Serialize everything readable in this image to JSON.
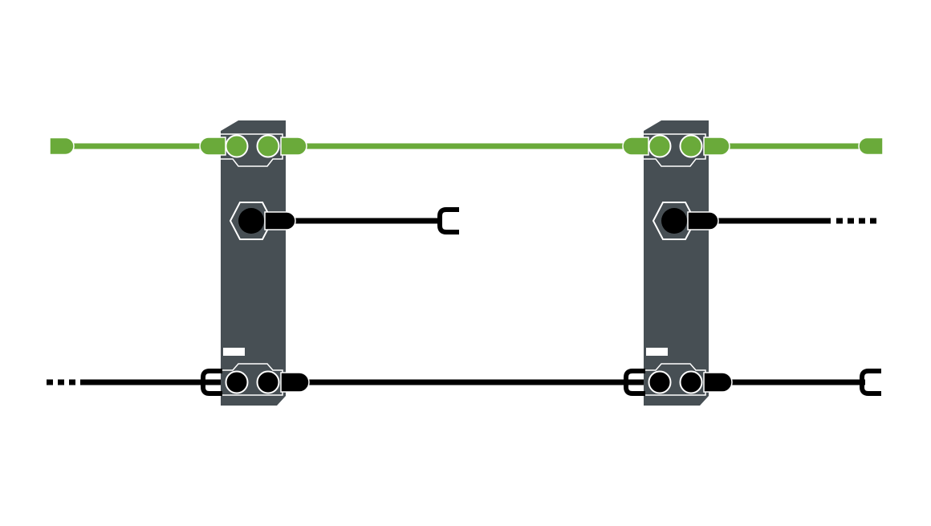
{
  "colors": {
    "background": "#ffffff",
    "module": "#474f54",
    "green_bus": "#6aaa3a",
    "black_line": "#000000",
    "outline": "#ffffff"
  },
  "diagram": {
    "modules": 2,
    "top_bus": "green",
    "middle_line_ends": [
      "clip",
      "dotted-continuation"
    ],
    "bottom_line_left_start": "dotted-continuation",
    "bottom_line_right_end": "clip"
  }
}
